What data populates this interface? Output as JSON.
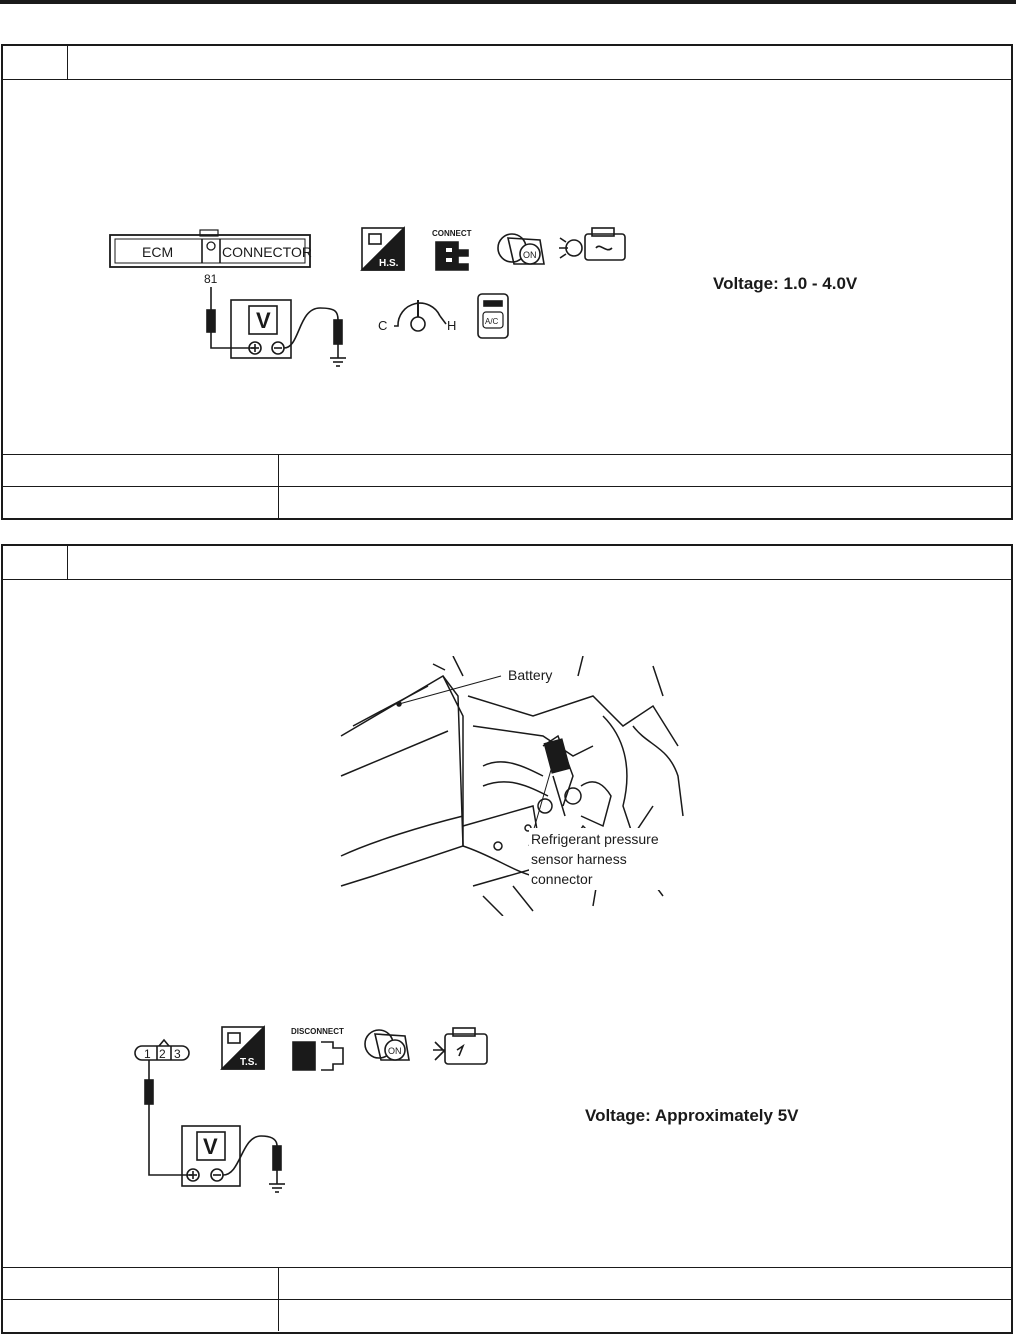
{
  "step1": {
    "connector_label_left": "ECM",
    "connector_label_right": "CONNECTOR",
    "terminal": "81",
    "meter_label": "V",
    "icon_hs_label": "H.S.",
    "icon_connect_label": "CONNECT",
    "icon_on_label": "ON",
    "temp_cold": "C",
    "temp_hot": "H",
    "ac_label": "A/C",
    "voltage": "Voltage: 1.0 - 4.0V"
  },
  "step2": {
    "battery_label": "Battery",
    "sensor_label_lines": [
      "Refrigerant pressure",
      "sensor harness",
      "connector"
    ],
    "connector_pins": [
      "1",
      "2",
      "3"
    ],
    "meter_label": "V",
    "icon_ts_label": "T.S.",
    "icon_disconnect_label": "DISCONNECT",
    "icon_on_label": "ON",
    "voltage": "Voltage: Approximately 5V"
  }
}
